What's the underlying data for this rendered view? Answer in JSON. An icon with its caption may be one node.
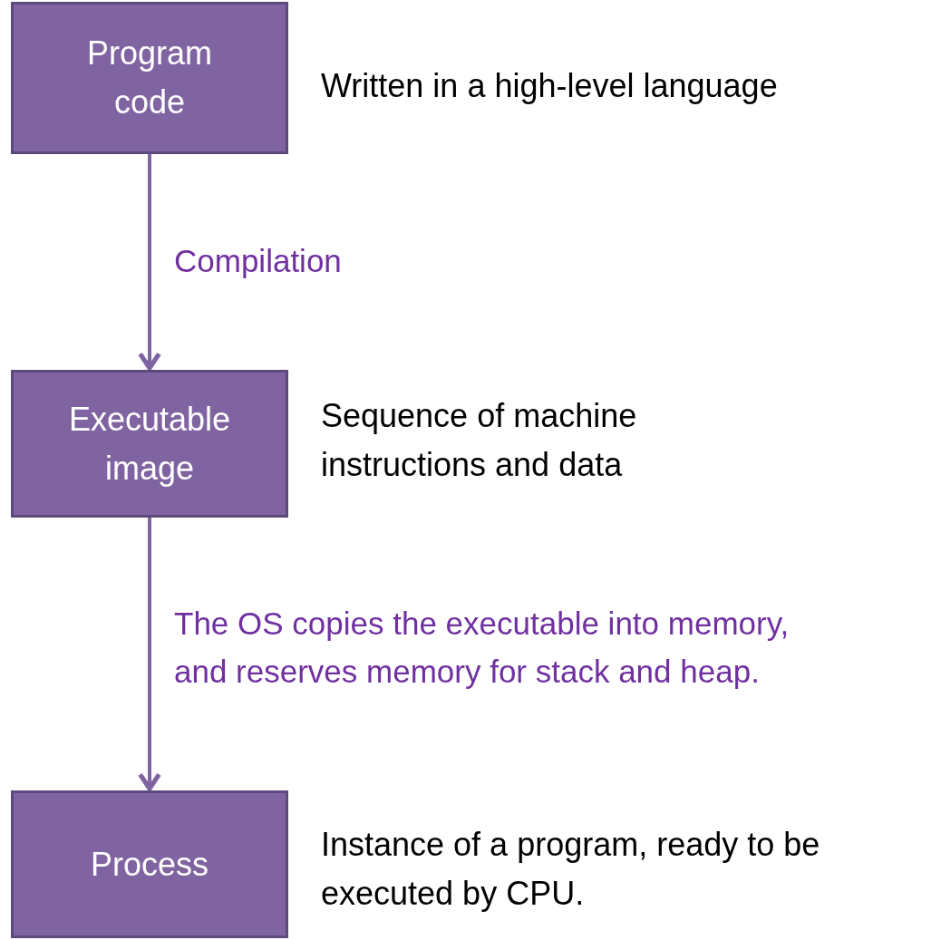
{
  "diagram": {
    "nodes": [
      {
        "text": [
          "Program code"
        ],
        "beside": [
          "Written in a high-level language"
        ]
      },
      {
        "text": [
          "Executable image"
        ],
        "beside": [
          "Sequence of machine instructions and data"
        ]
      },
      {
        "text": [
          "Process"
        ],
        "beside": [
          "Instance of a program, ready to be executed by CPU."
        ]
      }
    ],
    "edges": [
      {
        "from": 0,
        "to": 1,
        "arrow": "to",
        "label": "Compilation"
      },
      {
        "from": 1,
        "to": 2,
        "arrow": "to",
        "label": "The OS copies the executable into memory, and reserves memory for stack and heap."
      }
    ]
  }
}
